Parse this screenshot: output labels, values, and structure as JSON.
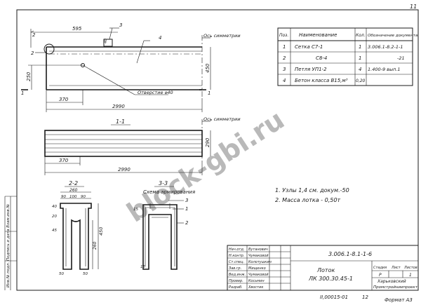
{
  "page_number": "11",
  "plan_view": {
    "dim_top": "595",
    "dim_top_small": "40",
    "dim_left": "250",
    "dim_bottom_left": "370",
    "dim_overall": "2990",
    "dim_height": "450",
    "callout_2_top": "2",
    "callout_3": "3",
    "callout_4": "4",
    "callout_2_left": "2",
    "callout_1": "1",
    "axis_label": "Ось симметрии",
    "hole_label": "Отверстие ⌀40",
    "section_mark": "1"
  },
  "section_1_1": {
    "title": "1-1",
    "axis_label": "Ось симметрии",
    "dim_height": "290",
    "dim_left": "370",
    "dim_overall": "2990"
  },
  "section_2_2": {
    "title": "2-2",
    "dims_top": [
      "260",
      "90",
      "100",
      "90"
    ],
    "dim_40": "40",
    "dim_20": "20",
    "dim_45": "45",
    "dim_height": "450",
    "dim_inner": "260",
    "dim_50": "50"
  },
  "section_3_3": {
    "title": "3-3",
    "scheme_label": "Схема армирования",
    "callouts": [
      "3",
      "1",
      "2"
    ],
    "dim_15": "15",
    "dim_15b": "15"
  },
  "spec_table": {
    "headers": [
      "Поз.",
      "Наименование",
      "Кол.",
      "Обозначение документа"
    ],
    "rows": [
      [
        "1",
        "Сетка   С7-1",
        "1",
        "3.006.1-8.2-1-1"
      ],
      [
        "2",
        "С8-4",
        "1",
        "-21"
      ],
      [
        "3",
        "Петля  УП1-2",
        "4",
        "1.400-9 вып.1"
      ],
      [
        "4",
        "Бетон класса В15,м³",
        "0,20",
        ""
      ]
    ]
  },
  "notes": [
    "1. Узлы 1,4 см. докум.-50",
    "2. Масса лотка - 0,50т"
  ],
  "title_block": {
    "roles": [
      "Нач.отд.",
      "Н.контр.",
      "Ст.спец.",
      "Зав.гр.",
      "Вед.инж.",
      "Провер.",
      "Разраб."
    ],
    "names": [
      "Вутанович",
      "Чумаковой",
      "Колотушкин",
      "Мищенко",
      "Чумаковой",
      "Косьмин",
      "Хвостик"
    ],
    "dates": [
      "",
      "",
      "",
      "",
      "",
      "",
      ""
    ],
    "doc_number": "3.006.1-8.1-1-6",
    "item_name_1": "Лоток",
    "item_name_2": "ЛК 300.30.45-1",
    "stage_header": "Стадия",
    "sheet_header": "Лист",
    "sheets_header": "Листов",
    "stage": "Р",
    "sheet": "",
    "sheets": "1",
    "org_1": "Харьковский",
    "org_2": "Промстройниипроект"
  },
  "side_stamp": "Инв.№ подл.  Подпись и дата  Взам.инв.№",
  "bottom": {
    "inventory": "II,00015-01",
    "sheet_no": "12",
    "format": "Формат А3"
  },
  "watermark": "block-gbi.ru"
}
